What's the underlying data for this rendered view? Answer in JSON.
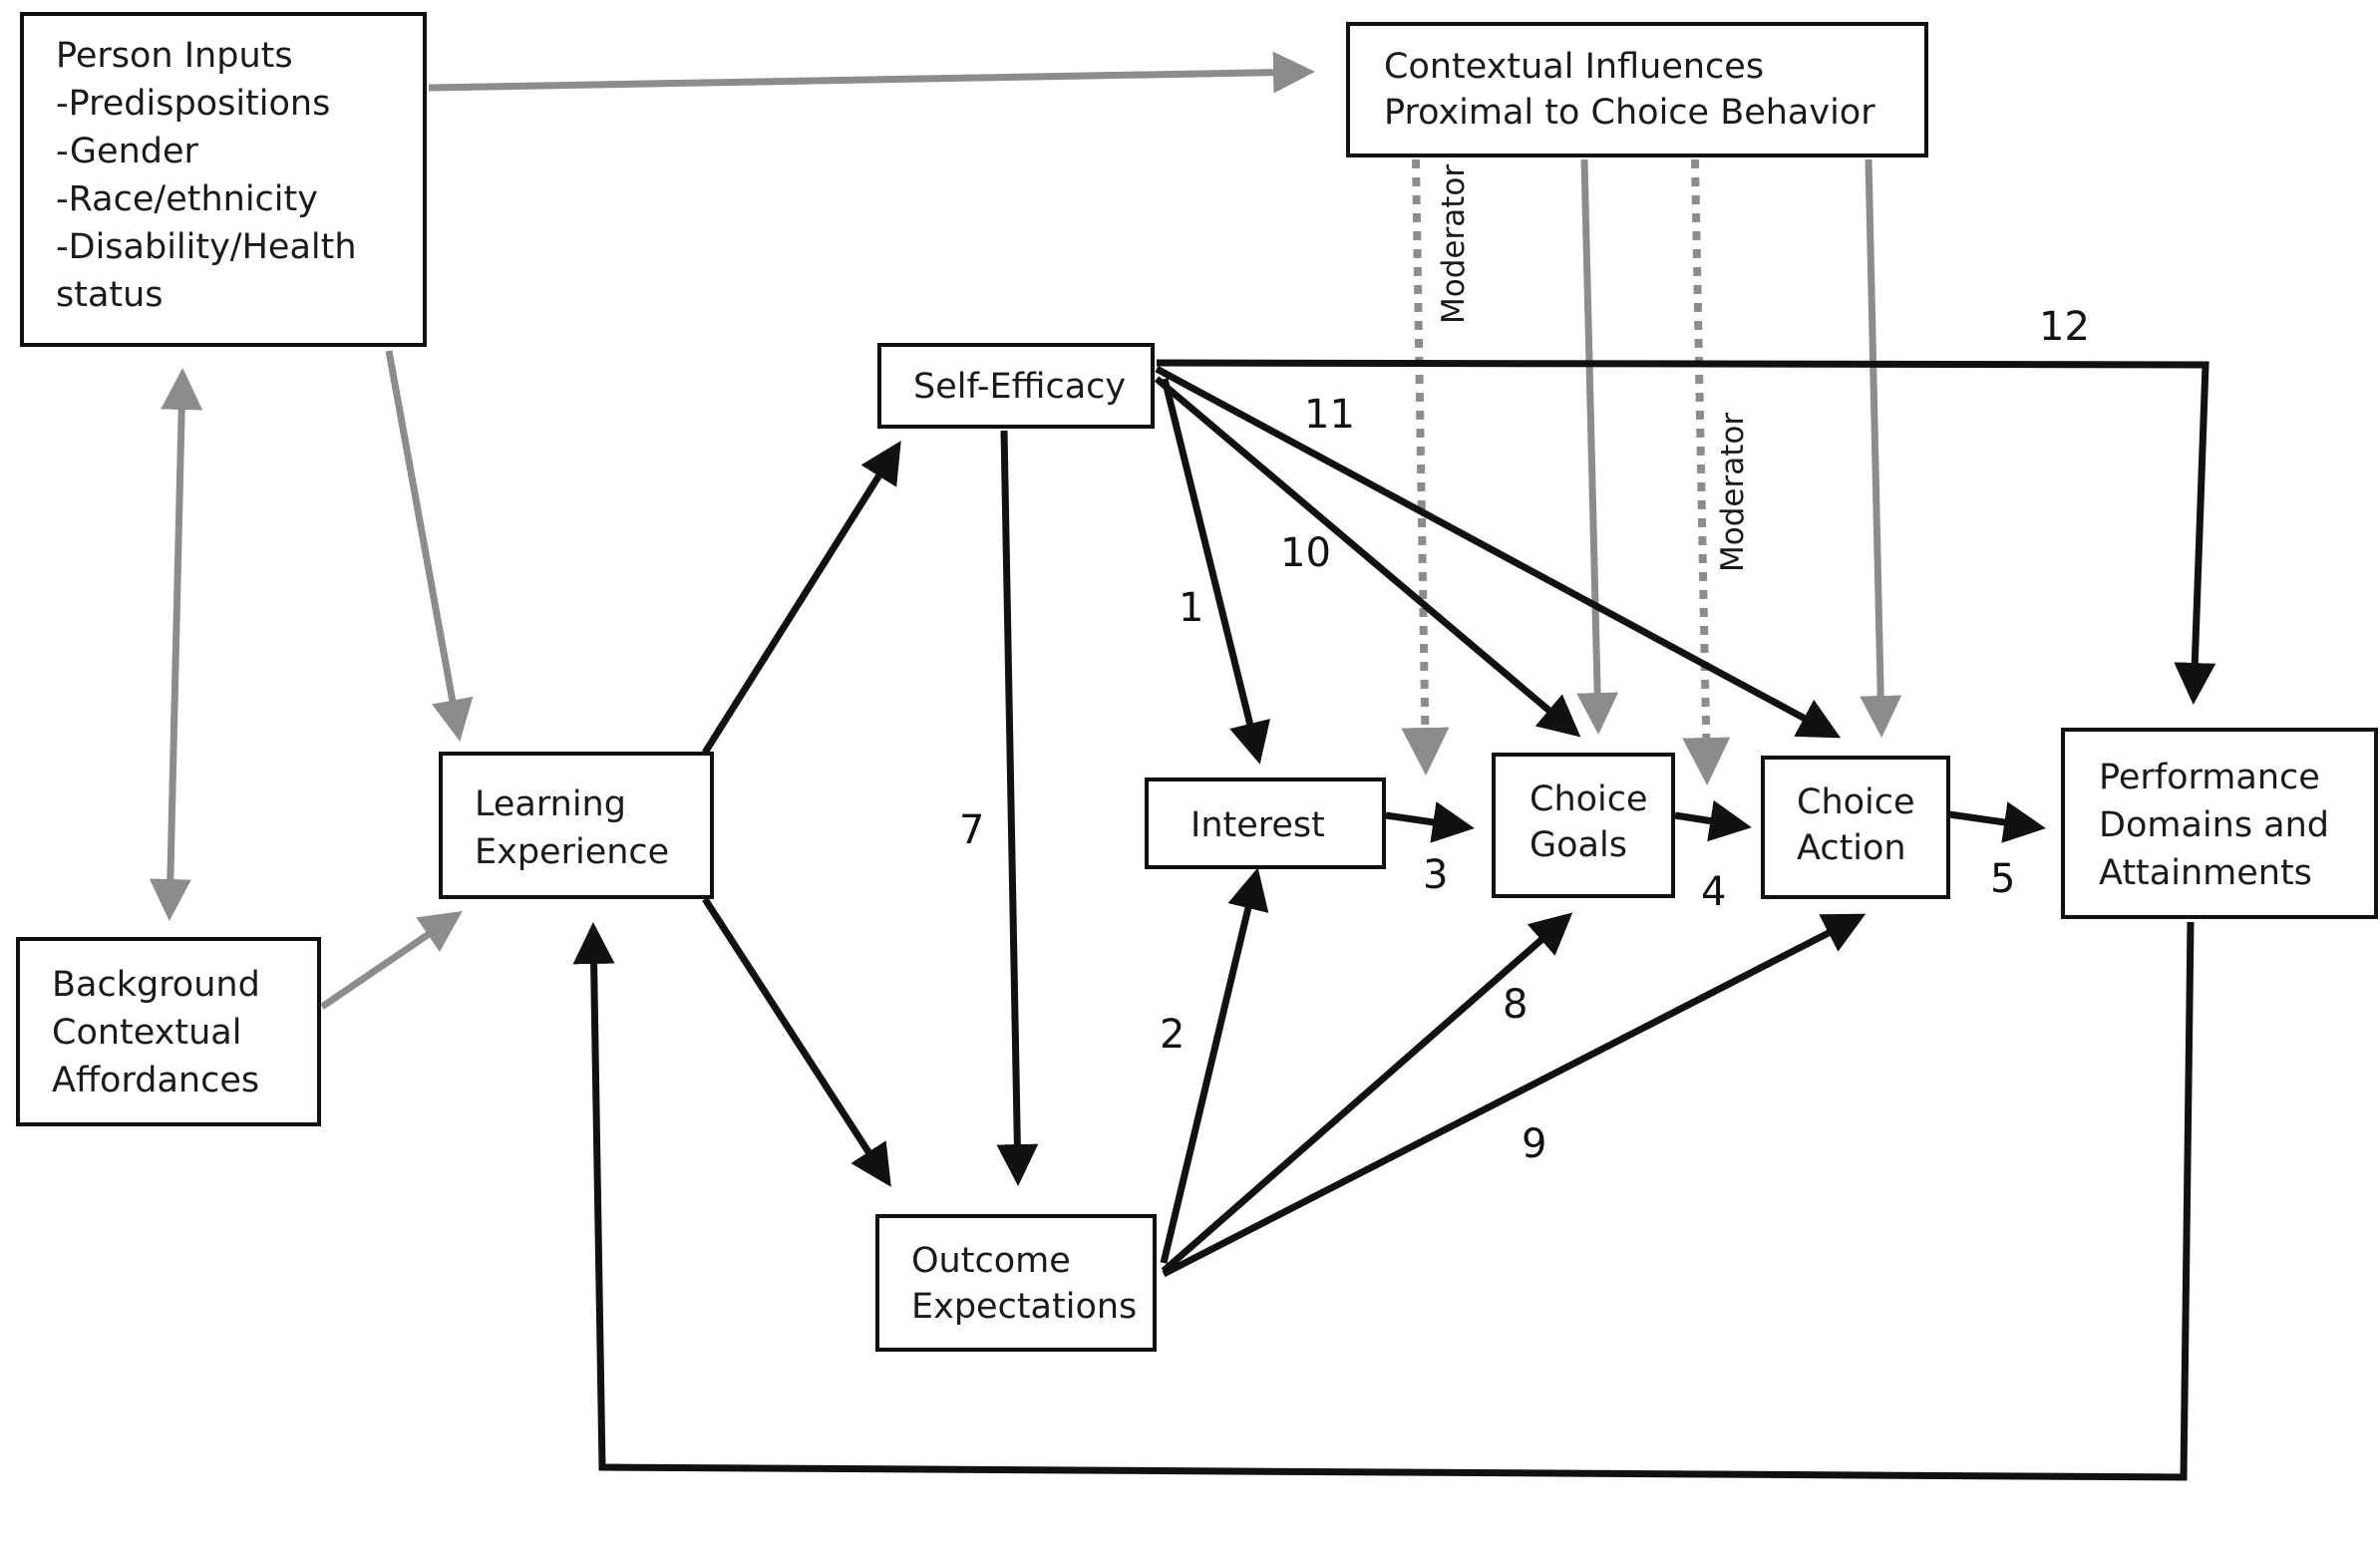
{
  "boxes": {
    "person_inputs": [
      "Person Inputs",
      "-Predispositions",
      "-Gender",
      "-Race/ethnicity",
      "-Disability/Health",
      "status"
    ],
    "contextual_influences": [
      "Contextual Influences",
      "Proximal to Choice Behavior"
    ],
    "self_efficacy": [
      "Self-Efficacy"
    ],
    "learning_experience": [
      "Learning",
      "Experience"
    ],
    "background": [
      "Background",
      "Contextual",
      "Affordances"
    ],
    "interest": [
      "Interest"
    ],
    "choice_goals": [
      "Choice",
      "Goals"
    ],
    "choice_action": [
      "Choice",
      "Action"
    ],
    "performance": [
      "Performance",
      "Domains and",
      "Attainments"
    ],
    "outcome_expectations": [
      "Outcome",
      "Expectations"
    ]
  },
  "path_labels": {
    "p1": "1",
    "p2": "2",
    "p3": "3",
    "p4": "4",
    "p5": "5",
    "p7": "7",
    "p8": "8",
    "p9": "9",
    "p10": "10",
    "p11": "11",
    "p12": "12"
  },
  "moderator_label": "Moderator",
  "colors": {
    "primary_arrow": "#111111",
    "secondary_arrow": "#8c8c8c"
  }
}
